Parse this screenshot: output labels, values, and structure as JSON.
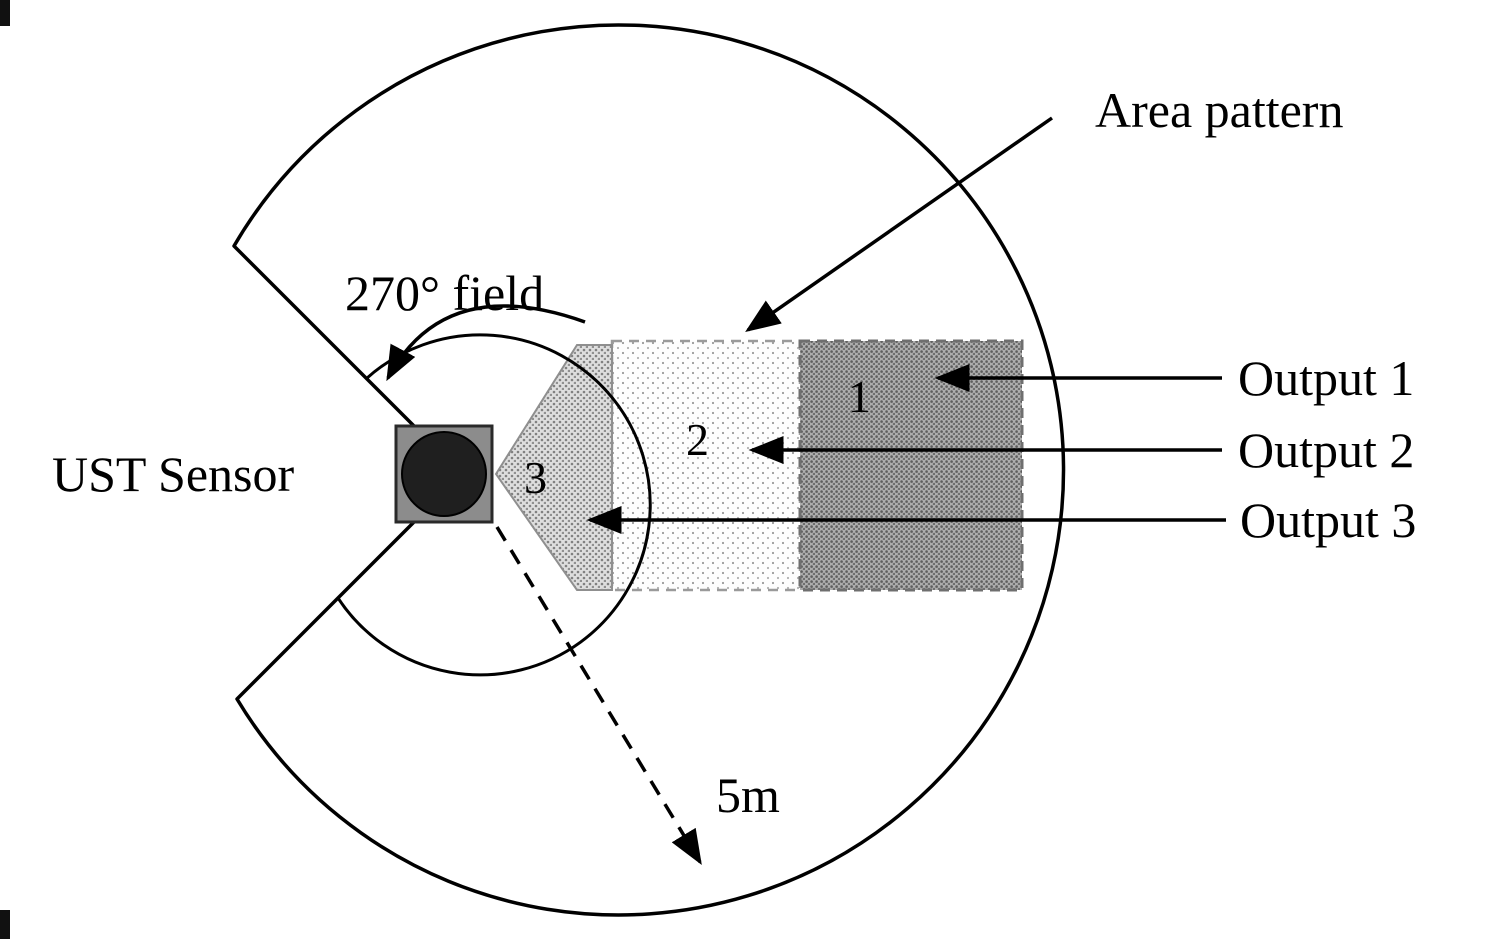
{
  "figure": {
    "type": "sensor-field-diagram",
    "labels": {
      "area_pattern": "Area pattern",
      "field_of_view": "270° field",
      "sensor": "UST Sensor",
      "output_1": "Output 1",
      "output_2": "Output 2",
      "output_3": "Output 3",
      "range": "5m",
      "zone_1": "1",
      "zone_2": "2",
      "zone_3": "3"
    },
    "colors": {
      "line": "#000000",
      "background": "#ffffff",
      "sensor_body": "#8c8c8c",
      "sensor_core": "#1f1f1f",
      "zone_1_fill": "#a6a6a6",
      "zone_2_fill": "#f7f7f7",
      "zone_3_fill": "#d9d9d9",
      "zone_border": "#8f8f8f"
    }
  }
}
